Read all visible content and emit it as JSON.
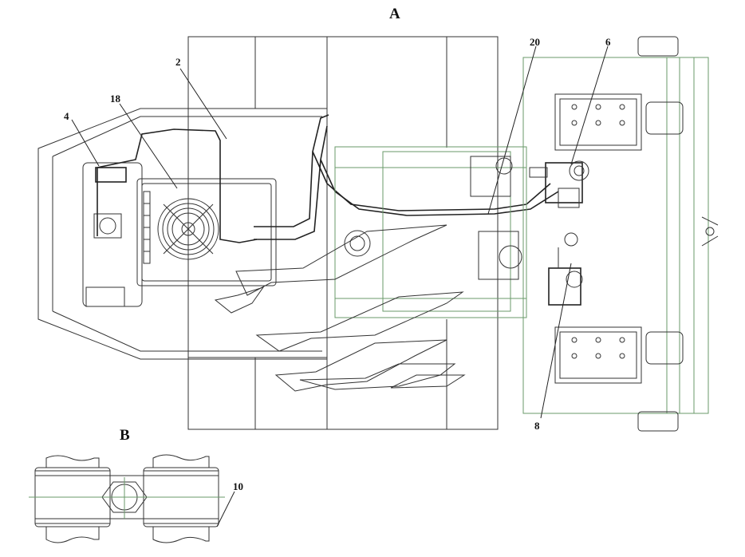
{
  "views": {
    "top_view_label": "A",
    "section_view_label": "B"
  },
  "callouts": [
    {
      "id": "c2",
      "text": "2"
    },
    {
      "id": "c4",
      "text": "4"
    },
    {
      "id": "c18",
      "text": "18"
    },
    {
      "id": "c20",
      "text": "20"
    },
    {
      "id": "c6",
      "text": "6"
    },
    {
      "id": "c8",
      "text": "8"
    },
    {
      "id": "c10",
      "text": "10"
    }
  ],
  "colors": {
    "main_line": "#333333",
    "frame_line": "#6a9a6a",
    "pipe_line": "#222222"
  }
}
